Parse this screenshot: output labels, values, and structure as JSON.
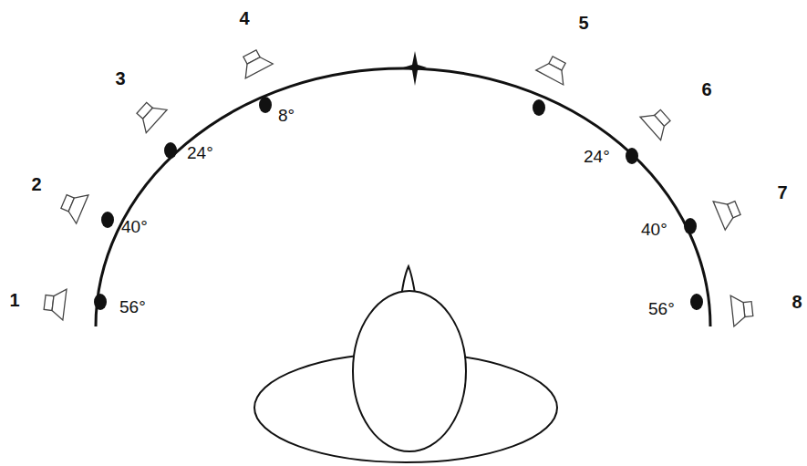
{
  "diagram": {
    "labels": [
      "1",
      "2",
      "3",
      "4",
      "5",
      "6",
      "7",
      "8",
      "56°",
      "40°",
      "24°",
      "8°",
      "24°",
      "40°",
      "56°"
    ]
  }
}
